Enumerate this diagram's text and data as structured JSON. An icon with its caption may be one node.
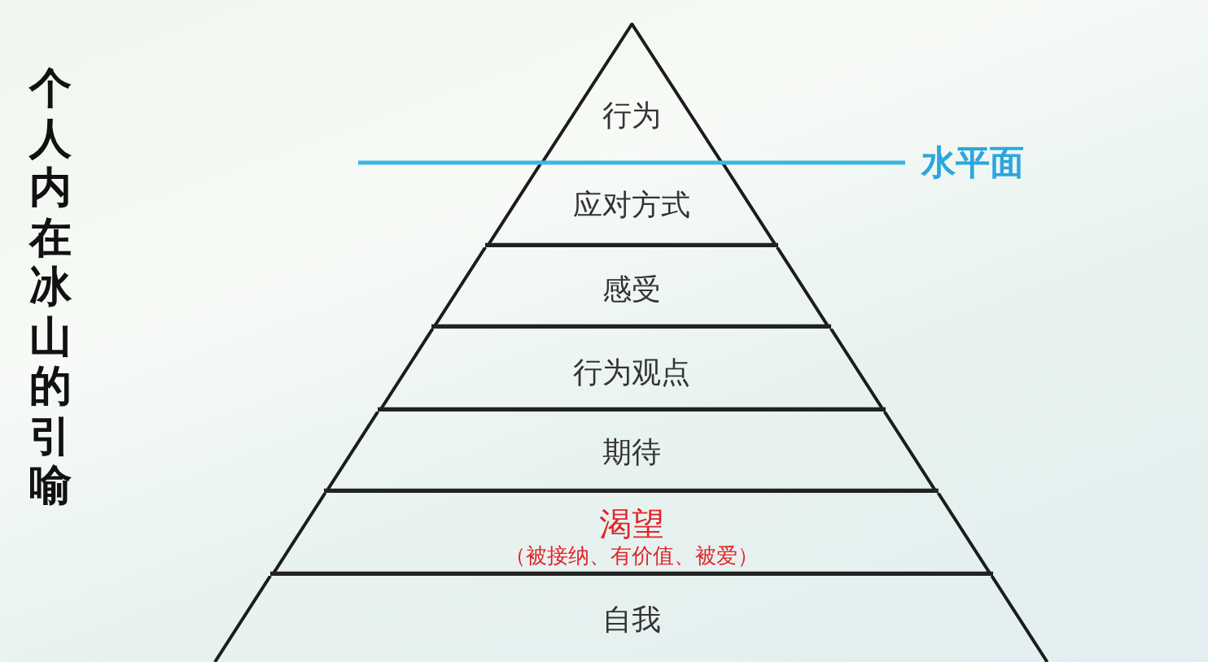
{
  "diagram": {
    "title": "个人内在冰山的引喻",
    "nodes": [
      {
        "text": [
          "行为"
        ]
      },
      {
        "text": [
          "应对方式"
        ]
      },
      {
        "text": [
          "感受"
        ]
      },
      {
        "text": [
          "行为观点"
        ]
      },
      {
        "text": [
          "期待"
        ]
      },
      {
        "text": [
          "渴望",
          "（被接纳、有价值、被爱）"
        ]
      },
      {
        "text": [
          "自我"
        ]
      }
    ],
    "labels": [
      "水平面"
    ]
  }
}
